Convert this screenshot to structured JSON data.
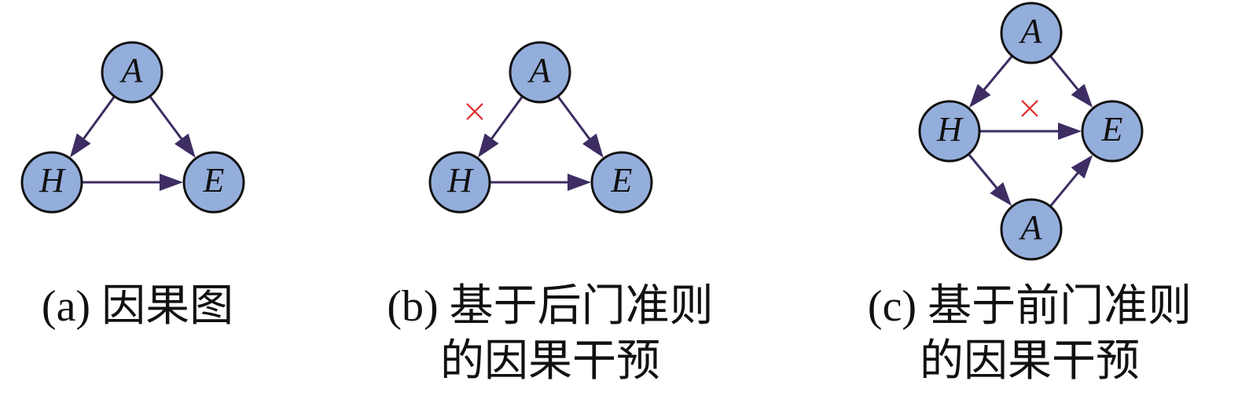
{
  "colors": {
    "node_fill": "#94aedc",
    "node_stroke": "#111111",
    "edge": "#3e2d63",
    "cross_mark": "#e0282a"
  },
  "panels": [
    {
      "id": "a",
      "caption": [
        "(a) 因果图"
      ],
      "nodes": [
        {
          "id": "A",
          "label": "A"
        },
        {
          "id": "H",
          "label": "H"
        },
        {
          "id": "E",
          "label": "E"
        }
      ],
      "edges": [
        {
          "from": "A",
          "to": "H"
        },
        {
          "from": "A",
          "to": "E"
        },
        {
          "from": "H",
          "to": "E"
        }
      ],
      "cross_marks": []
    },
    {
      "id": "b",
      "caption": [
        "(b) 基于后门准则",
        "的因果干预"
      ],
      "nodes": [
        {
          "id": "A",
          "label": "A"
        },
        {
          "id": "H",
          "label": "H"
        },
        {
          "id": "E",
          "label": "E"
        }
      ],
      "edges": [
        {
          "from": "A",
          "to": "H"
        },
        {
          "from": "A",
          "to": "E"
        },
        {
          "from": "H",
          "to": "E"
        }
      ],
      "cross_marks": [
        {
          "on_edge": "A-H",
          "symbol": "×"
        }
      ]
    },
    {
      "id": "c",
      "caption": [
        "(c) 基于前门准则",
        "的因果干预"
      ],
      "nodes": [
        {
          "id": "A1",
          "label": "A"
        },
        {
          "id": "H",
          "label": "H"
        },
        {
          "id": "E",
          "label": "E"
        },
        {
          "id": "A2",
          "label": "A"
        }
      ],
      "edges": [
        {
          "from": "A1",
          "to": "H"
        },
        {
          "from": "A1",
          "to": "E"
        },
        {
          "from": "H",
          "to": "E"
        },
        {
          "from": "H",
          "to": "A2"
        },
        {
          "from": "A2",
          "to": "E"
        }
      ],
      "cross_marks": [
        {
          "on_edge": "H-E",
          "symbol": "×"
        }
      ]
    }
  ]
}
